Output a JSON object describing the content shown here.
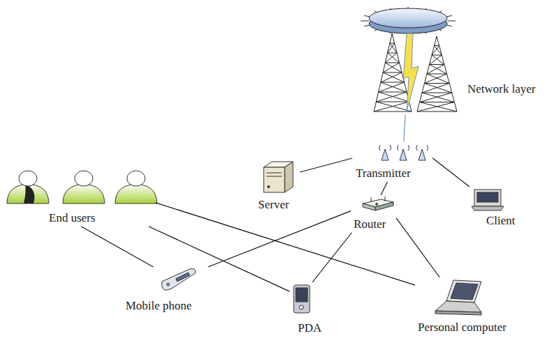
{
  "diagram": {
    "nodes": [
      {
        "text": [
          "Network layer"
        ]
      },
      {
        "text": [
          "Transmitter"
        ]
      },
      {
        "text": [
          "Server"
        ]
      },
      {
        "text": [
          "Client"
        ]
      },
      {
        "text": [
          "Router"
        ]
      },
      {
        "text": [
          "End users"
        ]
      },
      {
        "text": [
          "Mobile phone"
        ]
      },
      {
        "text": [
          "PDA"
        ]
      },
      {
        "text": [
          "Personal computer"
        ]
      }
    ],
    "edges": [
      {
        "from": 5,
        "to": 6,
        "arrow": "none"
      },
      {
        "from": 5,
        "to": 7,
        "arrow": "none"
      },
      {
        "from": 5,
        "to": 8,
        "arrow": "none"
      },
      {
        "from": 2,
        "to": 1,
        "arrow": "none"
      },
      {
        "from": 3,
        "to": 1,
        "arrow": "none"
      },
      {
        "from": 4,
        "to": 1,
        "arrow": "none"
      },
      {
        "from": 4,
        "to": 6,
        "arrow": "none"
      },
      {
        "from": 4,
        "to": 7,
        "arrow": "none"
      },
      {
        "from": 4,
        "to": 8,
        "arrow": "none"
      },
      {
        "from": 1,
        "to": 0,
        "arrow": "none"
      }
    ]
  }
}
